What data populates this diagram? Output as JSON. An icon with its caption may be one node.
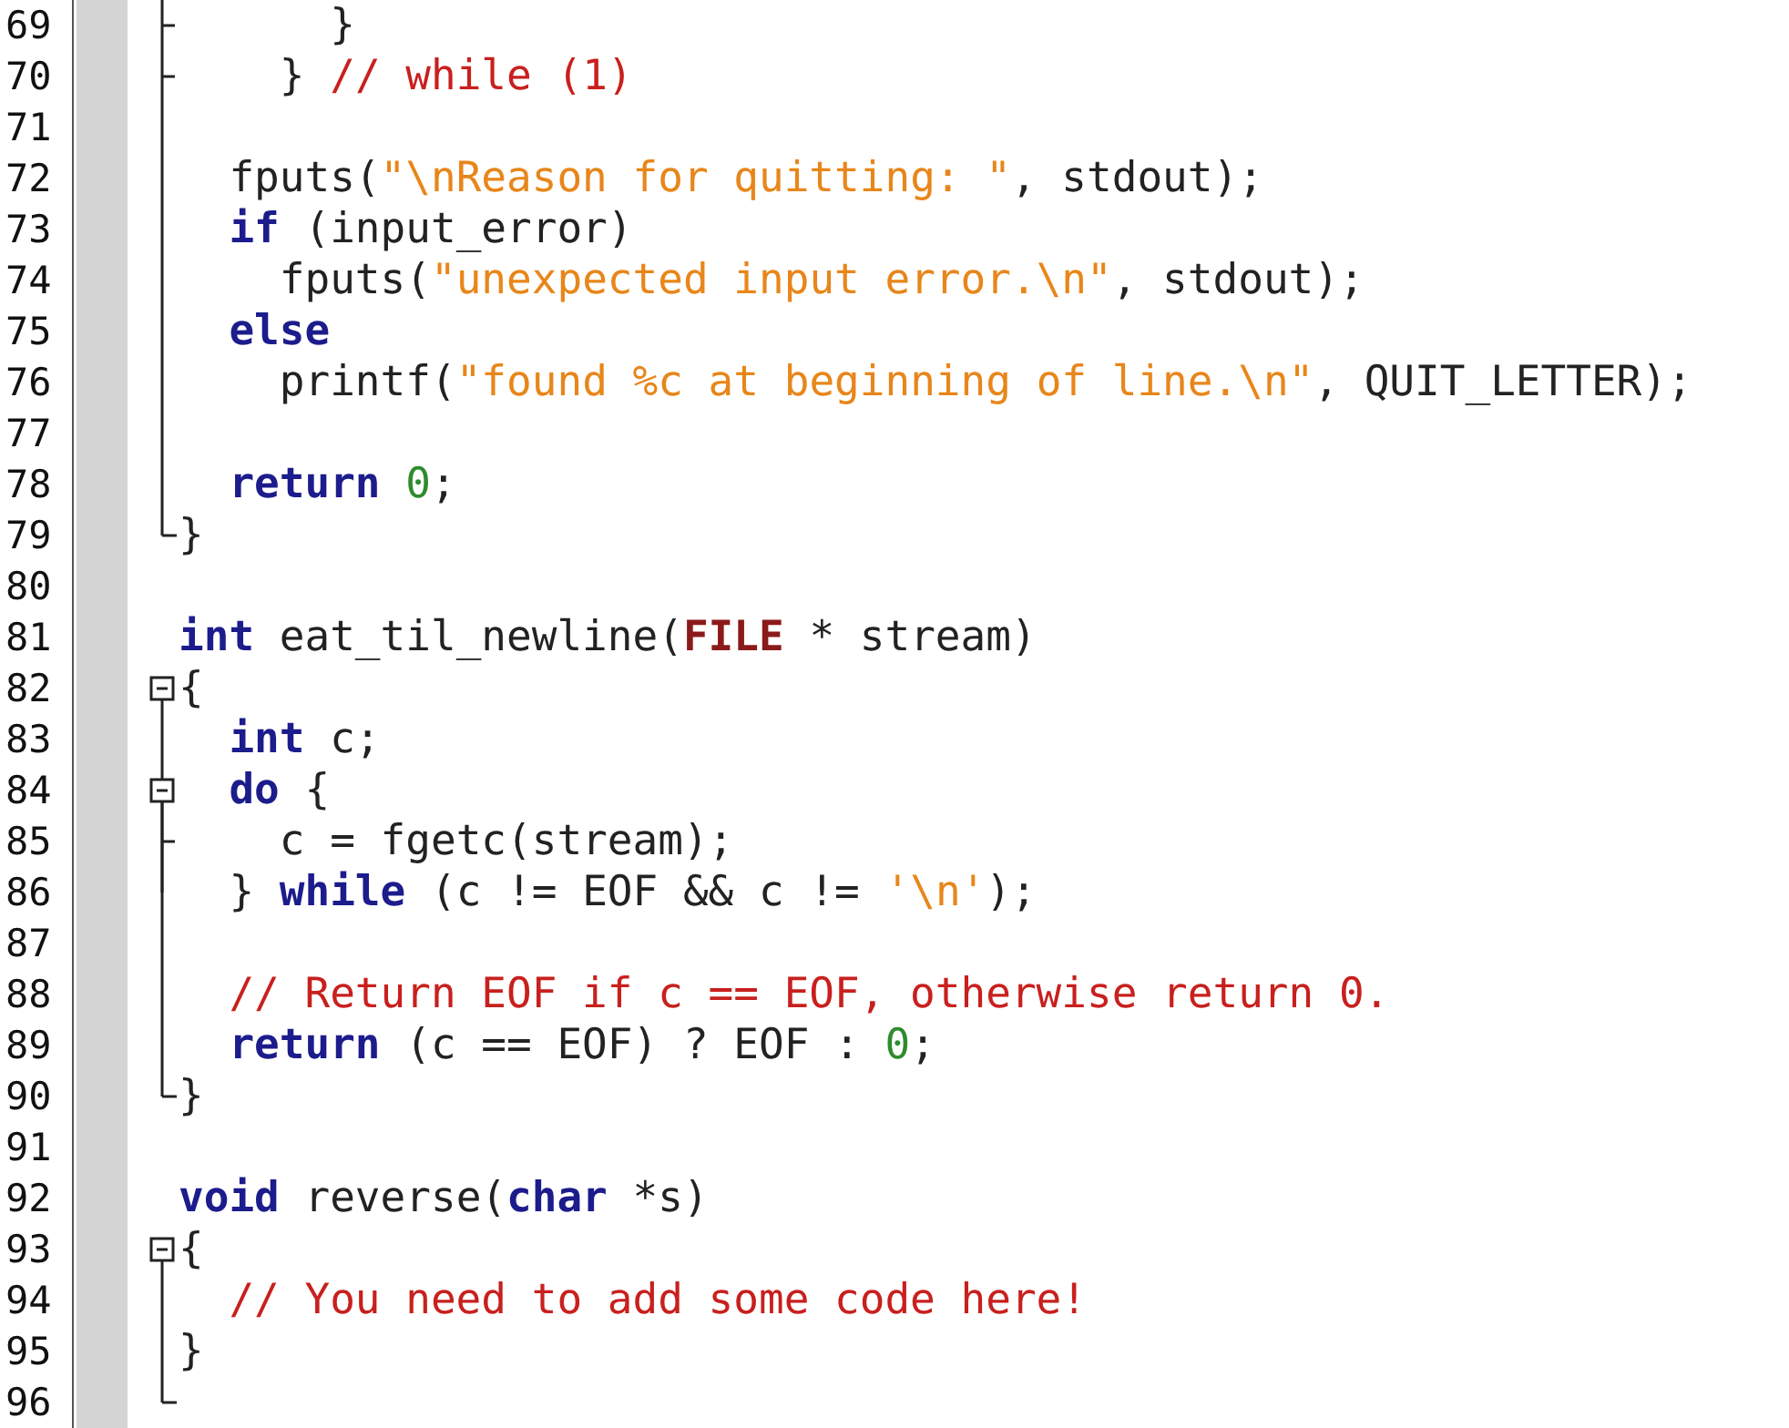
{
  "diagram": {
    "labels": [
      "69",
      "}",
      "70",
      "} // while (1)",
      "71",
      "72",
      "fputs(\"\\nReason for quitting: \", stdout);",
      "73",
      "if (input_error)",
      "74",
      "fputs(\"unexpected input error.\\n\", stdout);",
      "75",
      "else",
      "76",
      "printf(\"found %c at beginning of line.\\n\", QUIT_LETTER);",
      "77",
      "78",
      "return 0;",
      "79",
      "}",
      "80",
      "81",
      "int eat_til_newline(FILE * stream)",
      "82",
      "{",
      "83",
      "int c;",
      "84",
      "do {",
      "85",
      "c = fgetc(stream);",
      "86",
      "} while (c != EOF && c != '\\n');",
      "87",
      "88",
      "// Return EOF if c == EOF, otherwise return 0.",
      "89",
      "return (c == EOF) ? EOF : 0;",
      "90",
      "}",
      "91",
      "92",
      "void reverse(char *s)",
      "93",
      "{",
      "94",
      "// You need to add some code here!",
      "95",
      "}",
      "96"
    ]
  }
}
